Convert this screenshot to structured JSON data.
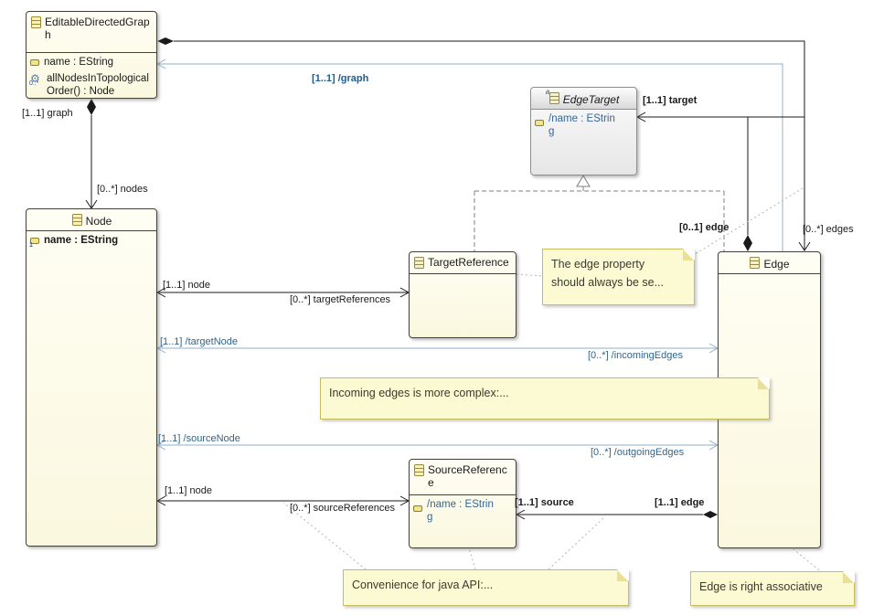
{
  "diagram": {
    "classes": {
      "editable_directed_graph": {
        "title": "EditableDirectedGraph",
        "attributes": [
          {
            "text": "name : EString"
          }
        ],
        "operations": [
          {
            "text": "allNodesInTopologicalOrder() : Node",
            "badge": "0..*"
          }
        ]
      },
      "node": {
        "title": "Node",
        "attributes": [
          {
            "text": "name : EString",
            "badge": "1"
          }
        ]
      },
      "edge_target": {
        "title": "EdgeTarget",
        "abstract_badge": "a",
        "attributes": [
          {
            "text": "/name : EString"
          }
        ]
      },
      "target_reference": {
        "title": "TargetReference"
      },
      "source_reference": {
        "title": "SourceReference",
        "attributes": [
          {
            "text": "/name : EString"
          }
        ]
      },
      "edge": {
        "title": "Edge"
      }
    },
    "edge_labels": {
      "graph": "[1..1] graph",
      "nodes": "[0..*] nodes",
      "derived_graph": "[1..1] /graph",
      "target": "[1..1] target",
      "edge_opposite": "[0..1] edge",
      "edges": "[0..*] edges",
      "target_node_ref": "[1..1] node",
      "target_references": "[0..*] targetReferences",
      "derived_target_node": "[1..1] /targetNode",
      "derived_incoming_edges": "[0..*] /incomingEdges",
      "derived_source_node": "[1..1] /sourceNode",
      "derived_outgoing_edges": "[0..*] /outgoingEdges",
      "source_node_ref": "[1..1] node",
      "source_references": "[0..*] sourceReferences",
      "source": "[1..1] source",
      "source_edge": "[1..1] edge"
    },
    "notes": {
      "edge_property": "The edge property should always be se...",
      "incoming_edges": "Incoming edges is more complex:...",
      "convenience": "Convenience for java API:...",
      "right_associative": "Edge is right associative"
    },
    "colors": {
      "class_fill": "#fdfbe4",
      "class_border": "#45403a",
      "abstract_fill": "#ececec",
      "note_fill": "#fcfad2",
      "note_border": "#c9bc5e",
      "derived_line": "#8fafc9",
      "derived_text": "#31658e",
      "label_text": "#1a1a1a"
    }
  }
}
